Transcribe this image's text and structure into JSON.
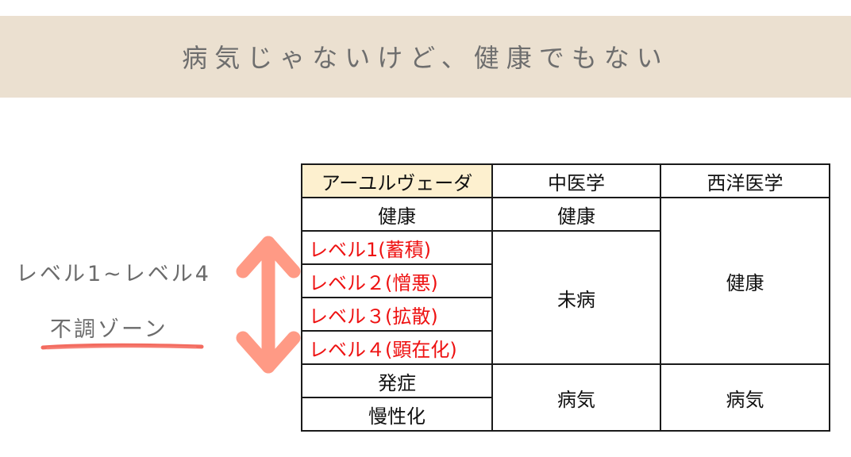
{
  "banner": {
    "title": "病気じゃないけど、健康でもない",
    "background": "#ebe0d0"
  },
  "side": {
    "levels_label": "レベル1~レベル4",
    "zone_label": "不調ゾーン",
    "underline_color": "#f25b4e",
    "arrow_color": "#ff9a85",
    "arrow_icon": "double-headed-vertical-arrow"
  },
  "table": {
    "headers": [
      "アーユルヴェーダ",
      "中医学",
      "西洋医学"
    ],
    "header_highlight_color": "#fdf0cf",
    "ayurveda": [
      "健康",
      "レベル1(蓄積)",
      "レベル２(憎悪)",
      "レベル３(拡散)",
      "レベル４(顕在化)",
      "発症",
      "慢性化"
    ],
    "ayurveda_level_color": "#ee1111",
    "chinese": [
      "健康",
      "未病",
      "病気"
    ],
    "western": [
      "健康",
      "病気"
    ]
  }
}
